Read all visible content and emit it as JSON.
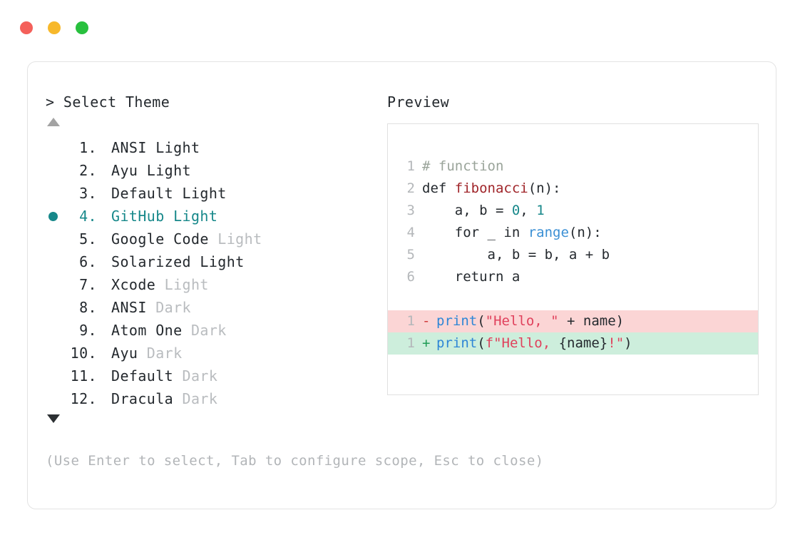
{
  "window": {
    "traffic_lights": [
      {
        "name": "close",
        "color": "#f4605a"
      },
      {
        "name": "minimize",
        "color": "#f7b82b"
      },
      {
        "name": "maximize",
        "color": "#28c03e"
      }
    ]
  },
  "prompt": {
    "title": "> Select Theme",
    "scroll_up_icon": "triangle-up",
    "scroll_down_icon": "triangle-down",
    "selected_index": 4,
    "accent_color": "#17888a",
    "items": [
      {
        "num": "1.",
        "name": "ANSI",
        "suffix": "Light",
        "suffix_dim": false
      },
      {
        "num": "2.",
        "name": "Ayu",
        "suffix": "Light",
        "suffix_dim": false
      },
      {
        "num": "3.",
        "name": "Default",
        "suffix": "Light",
        "suffix_dim": false
      },
      {
        "num": "4.",
        "name": "GitHub",
        "suffix": "Light",
        "suffix_dim": false
      },
      {
        "num": "5.",
        "name": "Google Code",
        "suffix": "Light",
        "suffix_dim": true
      },
      {
        "num": "6.",
        "name": "Solarized",
        "suffix": "Light",
        "suffix_dim": false
      },
      {
        "num": "7.",
        "name": "Xcode",
        "suffix": "Light",
        "suffix_dim": true
      },
      {
        "num": "8.",
        "name": "ANSI",
        "suffix": "Dark",
        "suffix_dim": true
      },
      {
        "num": "9.",
        "name": "Atom One",
        "suffix": "Dark",
        "suffix_dim": true
      },
      {
        "num": "10.",
        "name": "Ayu",
        "suffix": "Dark",
        "suffix_dim": true
      },
      {
        "num": "11.",
        "name": "Default",
        "suffix": "Dark",
        "suffix_dim": true
      },
      {
        "num": "12.",
        "name": "Dracula",
        "suffix": "Dark",
        "suffix_dim": true
      }
    ],
    "hint": "(Use Enter to select, Tab to configure scope, Esc to close)"
  },
  "preview": {
    "label": "Preview",
    "code_lines": [
      {
        "gutter": "1",
        "tokens": [
          {
            "t": "# function",
            "c": "tok-comment"
          }
        ]
      },
      {
        "gutter": "2",
        "tokens": [
          {
            "t": "def ",
            "c": "code"
          },
          {
            "t": "fibonacci",
            "c": "tok-func"
          },
          {
            "t": "(n):",
            "c": "code"
          }
        ]
      },
      {
        "gutter": "3",
        "tokens": [
          {
            "t": "    a, b = ",
            "c": "code"
          },
          {
            "t": "0",
            "c": "tok-num"
          },
          {
            "t": ", ",
            "c": "code"
          },
          {
            "t": "1",
            "c": "tok-num"
          }
        ]
      },
      {
        "gutter": "4",
        "tokens": [
          {
            "t": "    for _ in ",
            "c": "code"
          },
          {
            "t": "range",
            "c": "tok-builtin"
          },
          {
            "t": "(n):",
            "c": "code"
          }
        ]
      },
      {
        "gutter": "5",
        "tokens": [
          {
            "t": "        a, b = b, a + b",
            "c": "code"
          }
        ]
      },
      {
        "gutter": "6",
        "tokens": [
          {
            "t": "    return a",
            "c": "code"
          }
        ]
      }
    ],
    "diff_lines": [
      {
        "gutter": "1",
        "mark": "-",
        "kind": "del",
        "tokens": [
          {
            "t": "print",
            "c": "tok-call"
          },
          {
            "t": "(",
            "c": "code"
          },
          {
            "t": "\"Hello, \"",
            "c": "tok-str"
          },
          {
            "t": " + name)",
            "c": "code"
          }
        ]
      },
      {
        "gutter": "1",
        "mark": "+",
        "kind": "add",
        "tokens": [
          {
            "t": "print",
            "c": "tok-call"
          },
          {
            "t": "(",
            "c": "code"
          },
          {
            "t": "f\"Hello, ",
            "c": "tok-str"
          },
          {
            "t": "{name}",
            "c": "code"
          },
          {
            "t": "!\"",
            "c": "tok-str"
          },
          {
            "t": ")",
            "c": "code"
          }
        ]
      }
    ]
  }
}
